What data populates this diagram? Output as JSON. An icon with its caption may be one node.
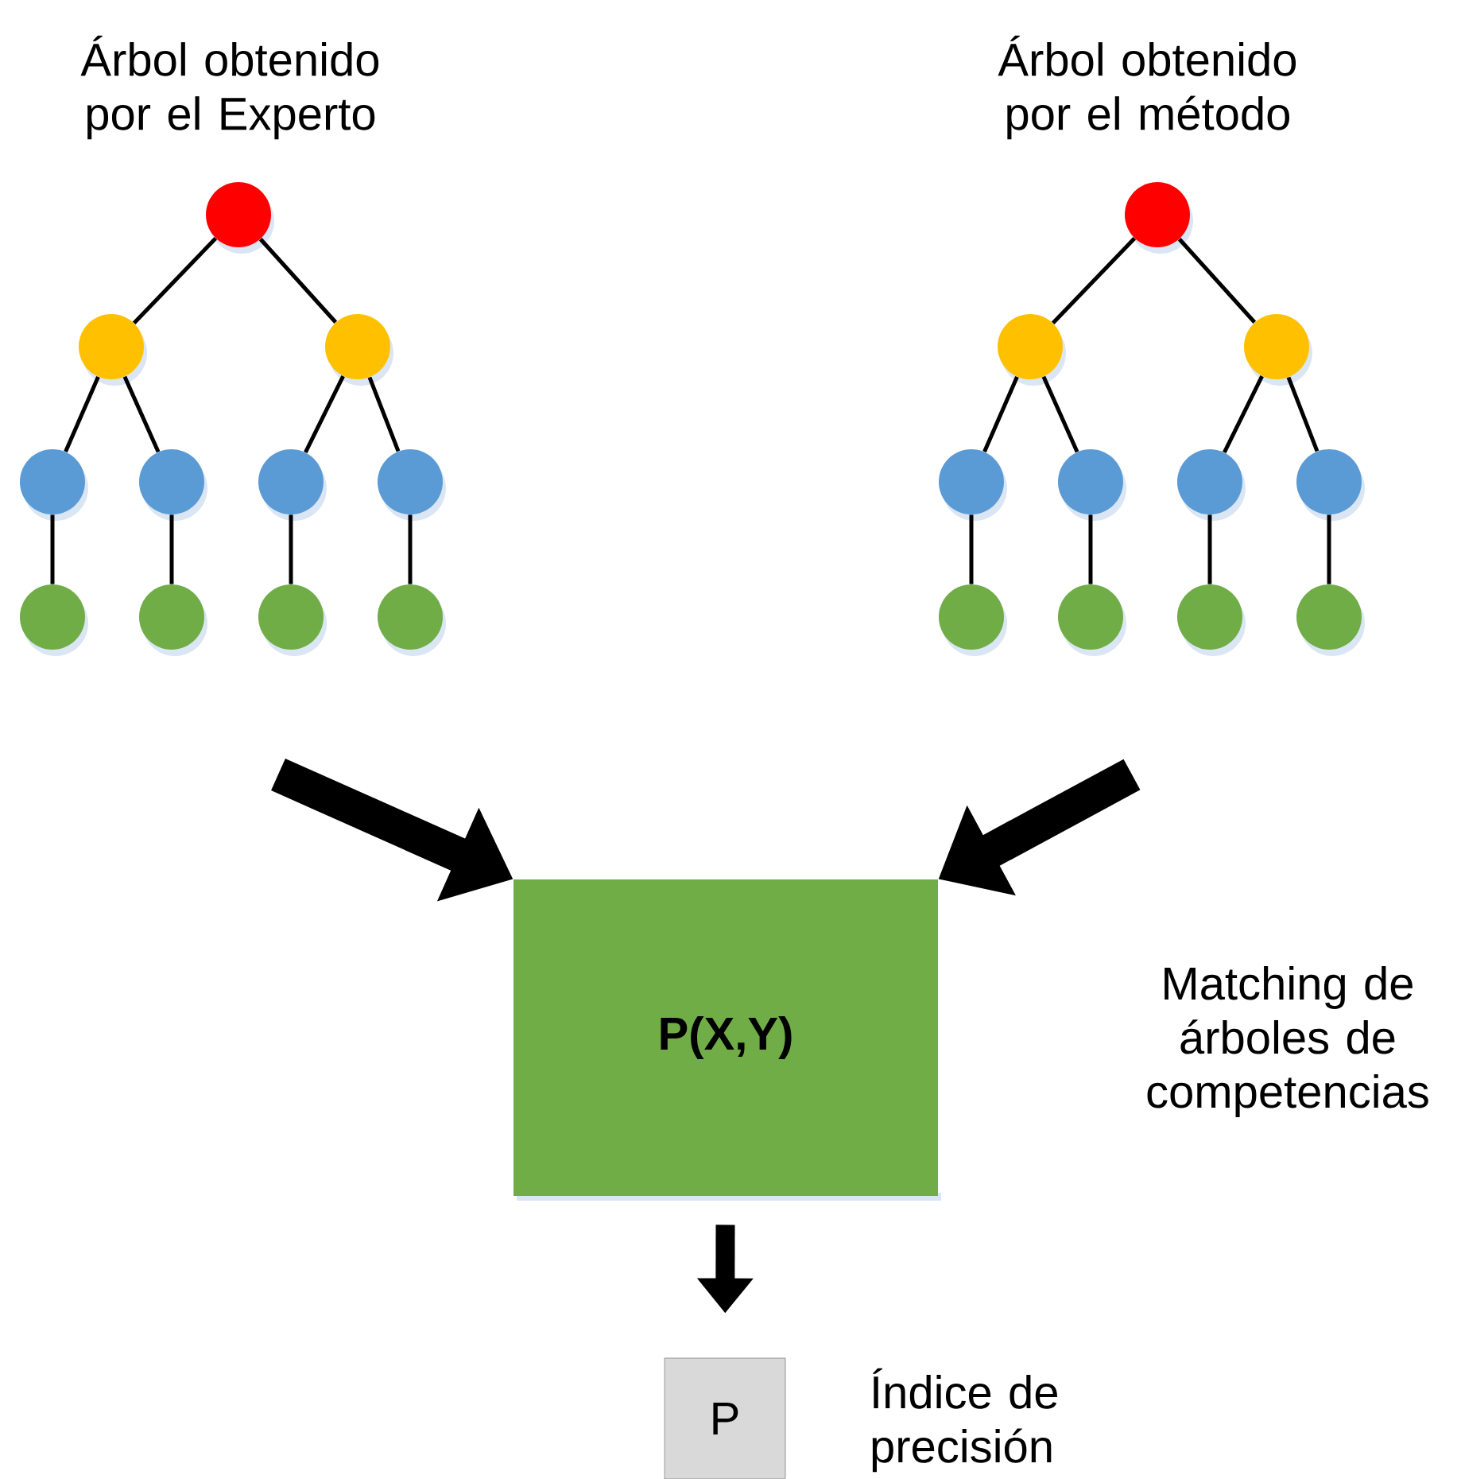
{
  "diagram": {
    "nodes": [
      {
        "text": [],
        "shape": "circle"
      },
      {
        "text": [],
        "shape": "circle"
      },
      {
        "text": [],
        "shape": "circle"
      },
      {
        "text": [],
        "shape": "circle"
      },
      {
        "text": [],
        "shape": "circle"
      },
      {
        "text": [],
        "shape": "circle"
      },
      {
        "text": [],
        "shape": "circle"
      },
      {
        "text": [],
        "shape": "circle"
      },
      {
        "text": [],
        "shape": "circle"
      },
      {
        "text": [],
        "shape": "circle"
      },
      {
        "text": [],
        "shape": "circle"
      },
      {
        "text": [],
        "shape": "circle"
      },
      {
        "text": [],
        "shape": "circle"
      },
      {
        "text": [],
        "shape": "circle"
      },
      {
        "text": [],
        "shape": "circle"
      },
      {
        "text": [],
        "shape": "circle"
      },
      {
        "text": [],
        "shape": "circle"
      },
      {
        "text": [],
        "shape": "circle"
      },
      {
        "text": [],
        "shape": "circle"
      },
      {
        "text": [],
        "shape": "circle"
      },
      {
        "text": [],
        "shape": "circle"
      },
      {
        "text": [],
        "shape": "circle"
      },
      {
        "text": [
          "P(X,Y)"
        ]
      },
      {
        "text": [
          "P"
        ],
        "beside": [
          "Índice de precisión"
        ]
      }
    ],
    "edges": [
      {
        "from": 0,
        "to": 1,
        "arrow": "none"
      },
      {
        "from": 0,
        "to": 2,
        "arrow": "none"
      },
      {
        "from": 1,
        "to": 3,
        "arrow": "none"
      },
      {
        "from": 1,
        "to": 4,
        "arrow": "none"
      },
      {
        "from": 2,
        "to": 5,
        "arrow": "none"
      },
      {
        "from": 2,
        "to": 6,
        "arrow": "none"
      },
      {
        "from": 3,
        "to": 7,
        "arrow": "none"
      },
      {
        "from": 4,
        "to": 8,
        "arrow": "none"
      },
      {
        "from": 5,
        "to": 9,
        "arrow": "none"
      },
      {
        "from": 6,
        "to": 10,
        "arrow": "none"
      },
      {
        "from": 11,
        "to": 12,
        "arrow": "none"
      },
      {
        "from": 11,
        "to": 13,
        "arrow": "none"
      },
      {
        "from": 12,
        "to": 14,
        "arrow": "none"
      },
      {
        "from": 12,
        "to": 15,
        "arrow": "none"
      },
      {
        "from": 13,
        "to": 16,
        "arrow": "none"
      },
      {
        "from": 13,
        "to": 17,
        "arrow": "none"
      },
      {
        "from": 14,
        "to": 18,
        "arrow": "none"
      },
      {
        "from": 15,
        "to": 19,
        "arrow": "none"
      },
      {
        "from": 16,
        "to": 20,
        "arrow": "none"
      },
      {
        "from": 17,
        "to": 21,
        "arrow": "none"
      },
      {
        "from": null,
        "to": 22,
        "arrow": "to",
        "style": "thick"
      },
      {
        "from": null,
        "to": 22,
        "arrow": "to",
        "style": "thick"
      },
      {
        "from": 22,
        "to": 23,
        "arrow": "to",
        "style": "thick"
      }
    ],
    "labels": [
      "Árbol obtenido por el Experto",
      "Árbol obtenido por el método",
      "Matching de árboles de competencias"
    ]
  }
}
